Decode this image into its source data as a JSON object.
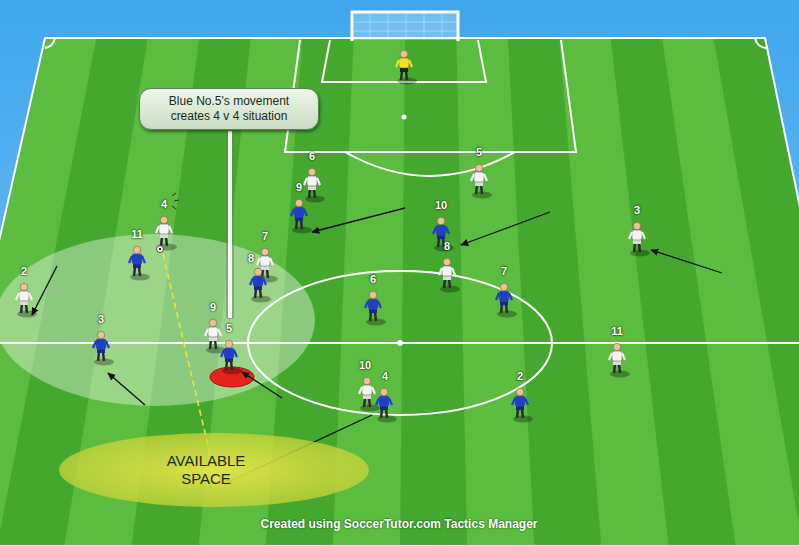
{
  "diagram": {
    "nodes": [
      {
        "text": [
          "Blue No.5's movement creates 4 v 4 situation"
        ]
      },
      {
        "text": [
          "AVAILABLE SPACE"
        ]
      }
    ],
    "labels": [
      "6",
      "5",
      "9",
      "4",
      "10",
      "3",
      "11",
      "7",
      "8",
      "8",
      "2",
      "7",
      "6",
      "3",
      "9",
      "5",
      "11",
      "10",
      "4",
      "2",
      "Created using SoccerTutor.com Tactics Manager"
    ]
  }
}
